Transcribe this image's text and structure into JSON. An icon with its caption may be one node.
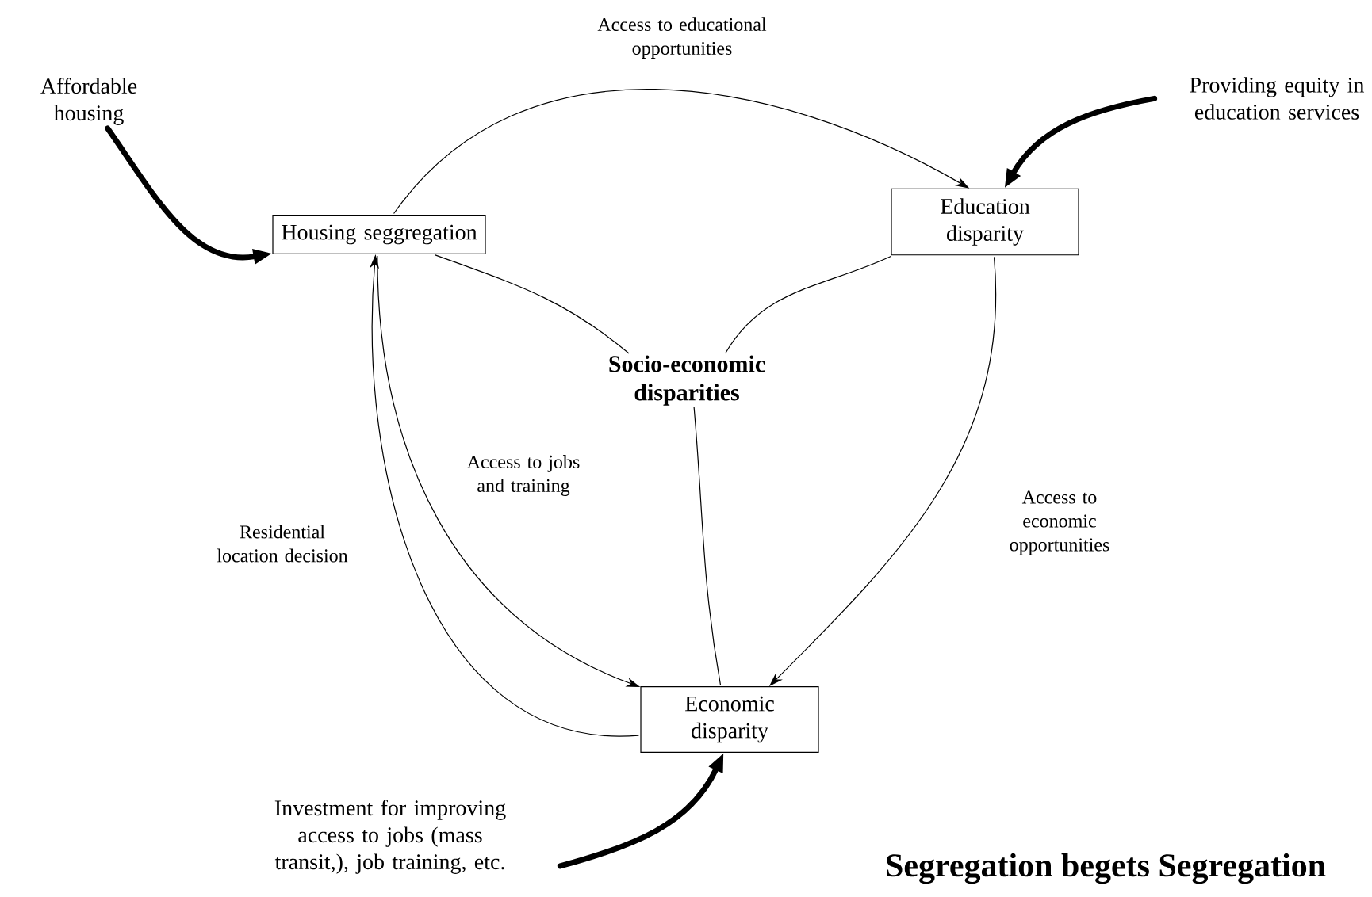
{
  "diagram": {
    "title": "Segregation begets Segregation",
    "nodes": [
      {
        "text": [
          "Affordable housing"
        ]
      },
      {
        "text": [
          "Housing seggregation"
        ]
      },
      {
        "text": [
          "Education disparity"
        ]
      },
      {
        "text": [
          "Providing equity in education services"
        ]
      },
      {
        "text": [
          "Socio-economic disparities"
        ]
      },
      {
        "text": [
          "Economic disparity"
        ]
      },
      {
        "text": [
          "Investment for improving access to jobs (mass transit,), job training, etc."
        ]
      }
    ],
    "edges": [
      {
        "from": 0,
        "to": 1,
        "arrow": "to",
        "style": "thick"
      },
      {
        "from": 1,
        "to": 2,
        "arrow": "to",
        "label": "Access to educational opportunities"
      },
      {
        "from": 3,
        "to": 2,
        "arrow": "to",
        "style": "thick"
      },
      {
        "from": 1,
        "to": 5,
        "arrow": "to",
        "label": "Access to jobs and training"
      },
      {
        "from": 5,
        "to": 1,
        "arrow": "to",
        "label": "Residential location decision"
      },
      {
        "from": 2,
        "to": 5,
        "arrow": "to",
        "label": "Access to economic opportunities"
      },
      {
        "from": 6,
        "to": 5,
        "arrow": "to",
        "style": "thick"
      },
      {
        "from": 1,
        "to": 4,
        "arrow": "none"
      },
      {
        "from": 2,
        "to": 4,
        "arrow": "none"
      },
      {
        "from": 5,
        "to": 4,
        "arrow": "none"
      }
    ]
  }
}
